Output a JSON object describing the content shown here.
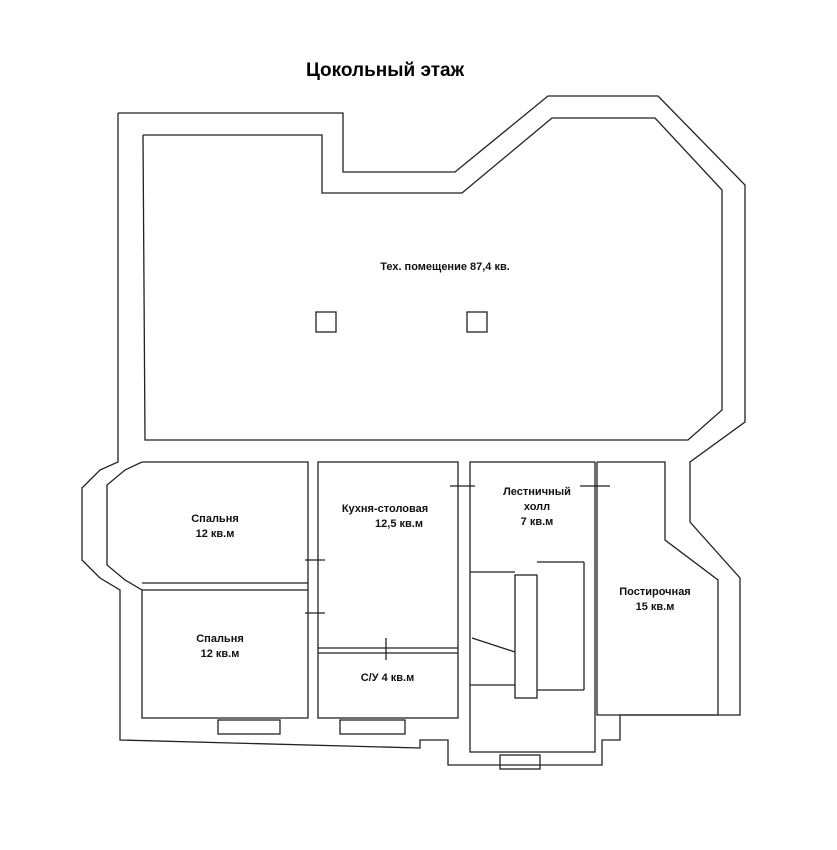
{
  "title": "Цокольный этаж",
  "rooms": [
    {
      "name": "Тех. помещение 87,4 кв.",
      "area": ""
    },
    {
      "name": "Спальня",
      "area": "12 кв.м"
    },
    {
      "name": "Спальня",
      "area": "12 кв.м"
    },
    {
      "name": "Кухня-столовая",
      "area": "12,5 кв.м"
    },
    {
      "name": "Лестничный холл",
      "area": "7 кв.м"
    },
    {
      "name": "Постирочная",
      "area": "15 кв.м"
    },
    {
      "name": "С/У 4 кв.м",
      "area": ""
    }
  ]
}
